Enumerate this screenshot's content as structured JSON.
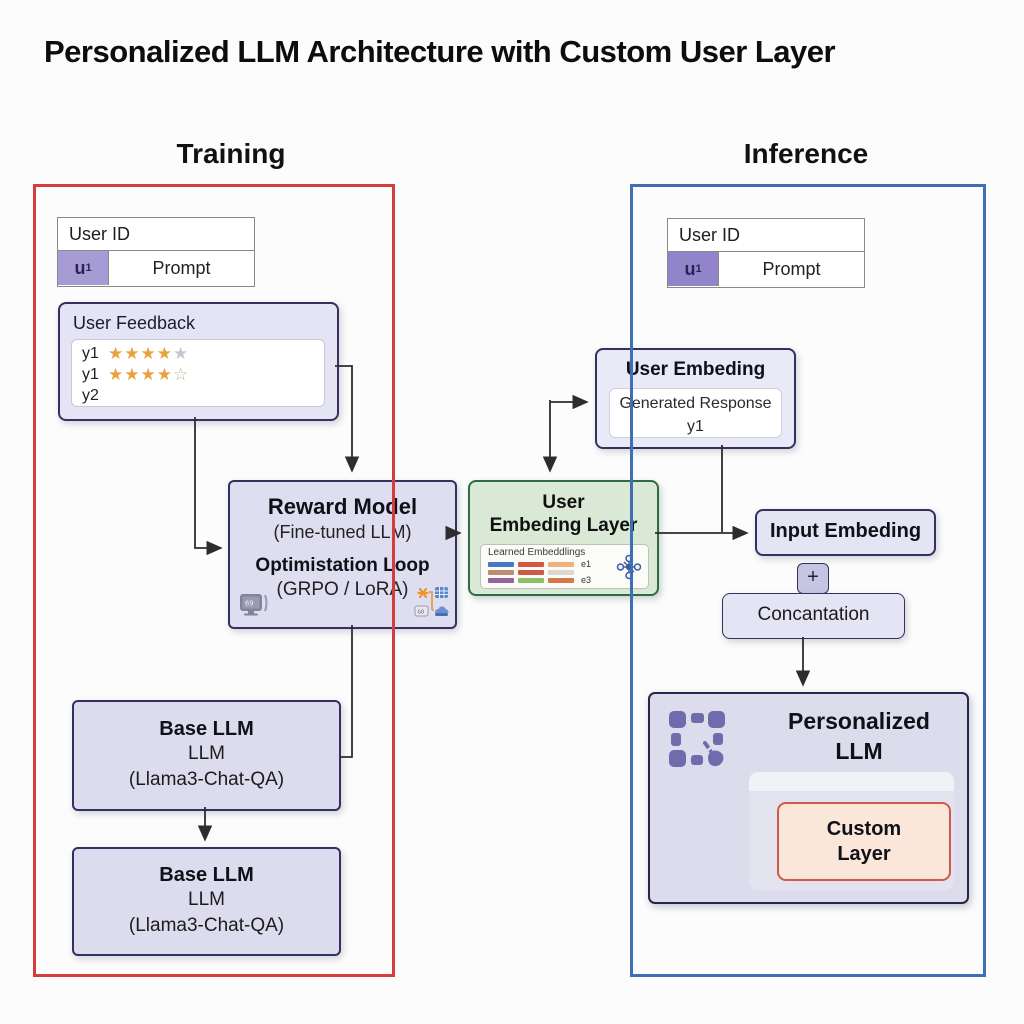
{
  "title": "Personalized LLM Architecture with Custom User Layer",
  "sections": {
    "training": {
      "label": "Training",
      "border_color": "#d63c3c"
    },
    "inference": {
      "label": "Inference",
      "border_color": "#3c6fb5"
    }
  },
  "user_id_table": {
    "header": "User ID",
    "user_cell": "u",
    "user_sub": "1",
    "prompt": "Prompt",
    "cell_color_training": "#a69bd5",
    "cell_color_inference": "#9184cb"
  },
  "user_feedback": {
    "title": "User Feedback",
    "rows": [
      {
        "label": "y1",
        "stars_filled": "★★★★",
        "stars_empty": "★"
      },
      {
        "label": "y1",
        "stars_filled": "★★★★",
        "stars_empty": "☆"
      },
      {
        "label": "y2",
        "stars_filled": "",
        "stars_empty": ""
      }
    ],
    "star_color": "#e5a33c",
    "star_empty_color": "#c6c6d2"
  },
  "reward_model": {
    "title": "Reward Model",
    "subtitle": "(Fine-tuned LLM)",
    "loop_title": "Optimistation Loop",
    "loop_subtitle": "(GRPO / LoRA)"
  },
  "embedding_layer": {
    "title_line1": "User",
    "title_line2": "Embeding Layer",
    "panel_title": "Learned Embeddlings",
    "label_top": "e1",
    "label_bottom": "e3",
    "bar_colors": [
      [
        "#4a77c6",
        "#d6573f",
        "#efb27c"
      ],
      [
        "#be8e72",
        "#d05a48",
        "#ddd8ce"
      ],
      [
        "#96639e",
        "#8dbe6c",
        "#d5764b"
      ]
    ]
  },
  "base_llm": {
    "title": "Base LLM",
    "line2": "LLM",
    "line3": "(Llama3-Chat-QA)"
  },
  "user_embedding_box": {
    "title": "User Embeding",
    "inner_line1": "Generated Response",
    "inner_line2": "y1"
  },
  "input_embedding": {
    "label": "Input Embeding"
  },
  "plus": {
    "label": "+"
  },
  "concatenation": {
    "label": "Concantation"
  },
  "personalized_llm": {
    "title_line1": "Personalized",
    "title_line2": "LLM",
    "custom_line1": "Custom",
    "custom_line2": "Layer"
  },
  "colors": {
    "box_fill": "#e4e4f4",
    "box_border": "#32325e",
    "green_fill": "#d9e9d6",
    "green_border": "#2f6b44",
    "custom_fill": "#fbe7da",
    "custom_border": "#cc5b4a",
    "wire": "#2d2d2d"
  }
}
